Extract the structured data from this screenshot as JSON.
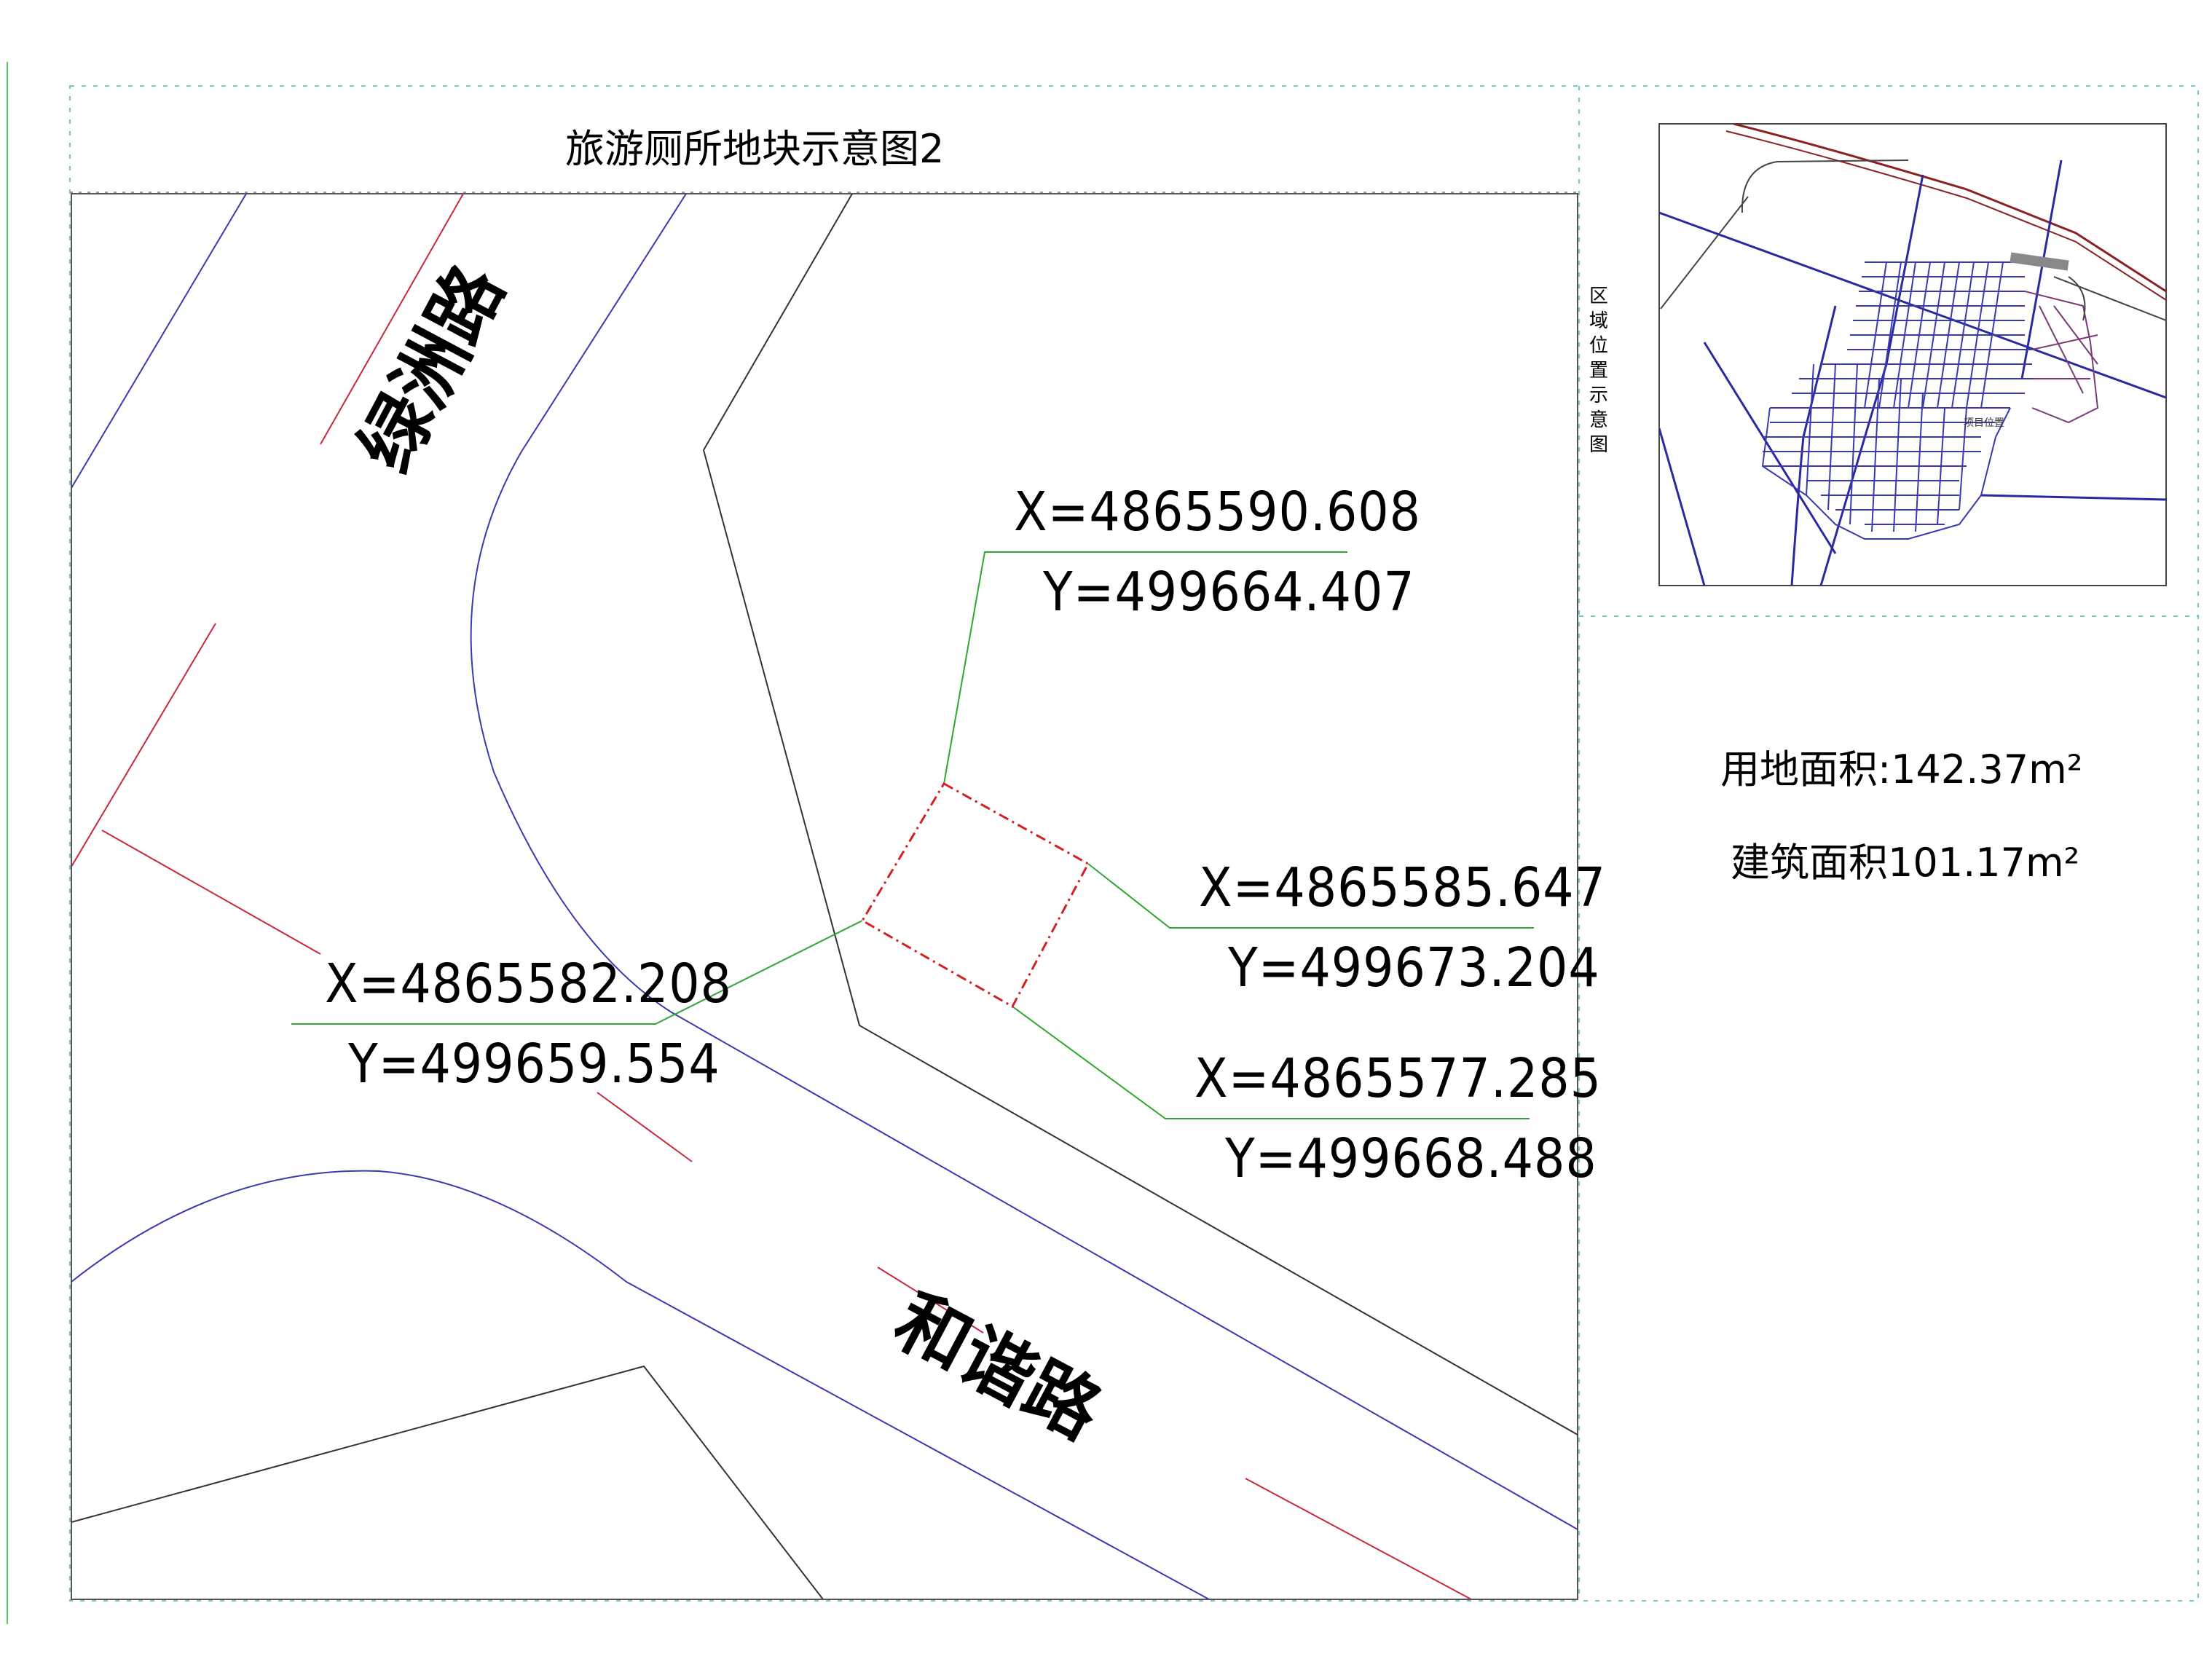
{
  "title": "旅游厕所地块示意图2",
  "inset_label": "区域位置示意图",
  "colors": {
    "road_edge": "#3a3ab0",
    "centerline": "#c8283c",
    "parcel_outline": "#d42020",
    "leader": "#2ea82e",
    "boundary": "#333333"
  },
  "roads": [
    {
      "name": "绿洲路"
    },
    {
      "name": "和谐路"
    }
  ],
  "coordinates": [
    {
      "x": "X=4865590.608",
      "y": "Y=499664.407"
    },
    {
      "x": "X=4865585.647",
      "y": "Y=499673.204"
    },
    {
      "x": "X=4865582.208",
      "y": "Y=499659.554"
    },
    {
      "x": "X=4865577.285",
      "y": "Y=499668.488"
    }
  ],
  "areas": {
    "land": "用地面积:142.37m²",
    "building": "建筑面积101.17m²"
  }
}
